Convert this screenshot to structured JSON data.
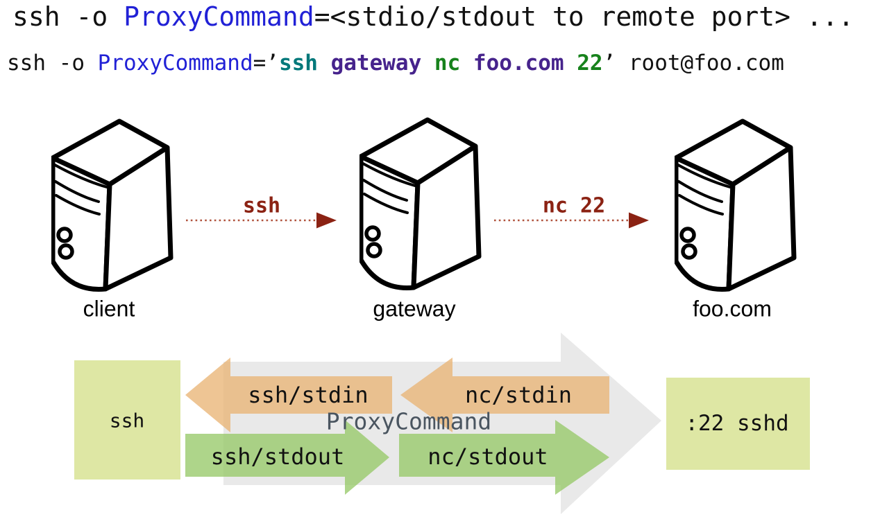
{
  "commands": {
    "generic": {
      "parts": [
        {
          "text": "ssh -o "
        },
        {
          "text": "ProxyCommand"
        },
        {
          "text": "=<stdio/stdout to remote port> ..."
        }
      ]
    },
    "example": {
      "parts": [
        {
          "text": "ssh -o "
        },
        {
          "text": "ProxyCommand"
        },
        {
          "text": "=’"
        },
        {
          "text": "ssh "
        },
        {
          "text": "gateway "
        },
        {
          "text": "nc "
        },
        {
          "text": "foo.com "
        },
        {
          "text": "22"
        },
        {
          "text": "’ root@foo.com"
        }
      ]
    }
  },
  "servers": [
    {
      "label": "client"
    },
    {
      "label": "gateway"
    },
    {
      "label": "foo.com"
    }
  ],
  "connections": [
    {
      "label": "ssh"
    },
    {
      "label": "nc 22"
    }
  ],
  "flow": {
    "client_process": "ssh",
    "remote_process": ":22 sshd",
    "proxy_label": "ProxyCommand",
    "stdin_arrows": [
      {
        "label": "ssh/stdin"
      },
      {
        "label": "nc/stdin"
      }
    ],
    "stdout_arrows": [
      {
        "label": "ssh/stdout"
      },
      {
        "label": "nc/stdout"
      }
    ]
  },
  "colors": {
    "keyword_blue": "#2121d6",
    "command_teal": "#00787a",
    "host_violet": "#46238c",
    "port_green": "#17821c",
    "arrow_dark_red": "#8b2213",
    "proxy_gray_arrow": "#e9e9e9",
    "stdin_orange": "#e8b270",
    "stdout_green": "#93c763",
    "process_box_yellow_green": "#dee7a4",
    "proxy_text_gray": "#4a5560"
  }
}
